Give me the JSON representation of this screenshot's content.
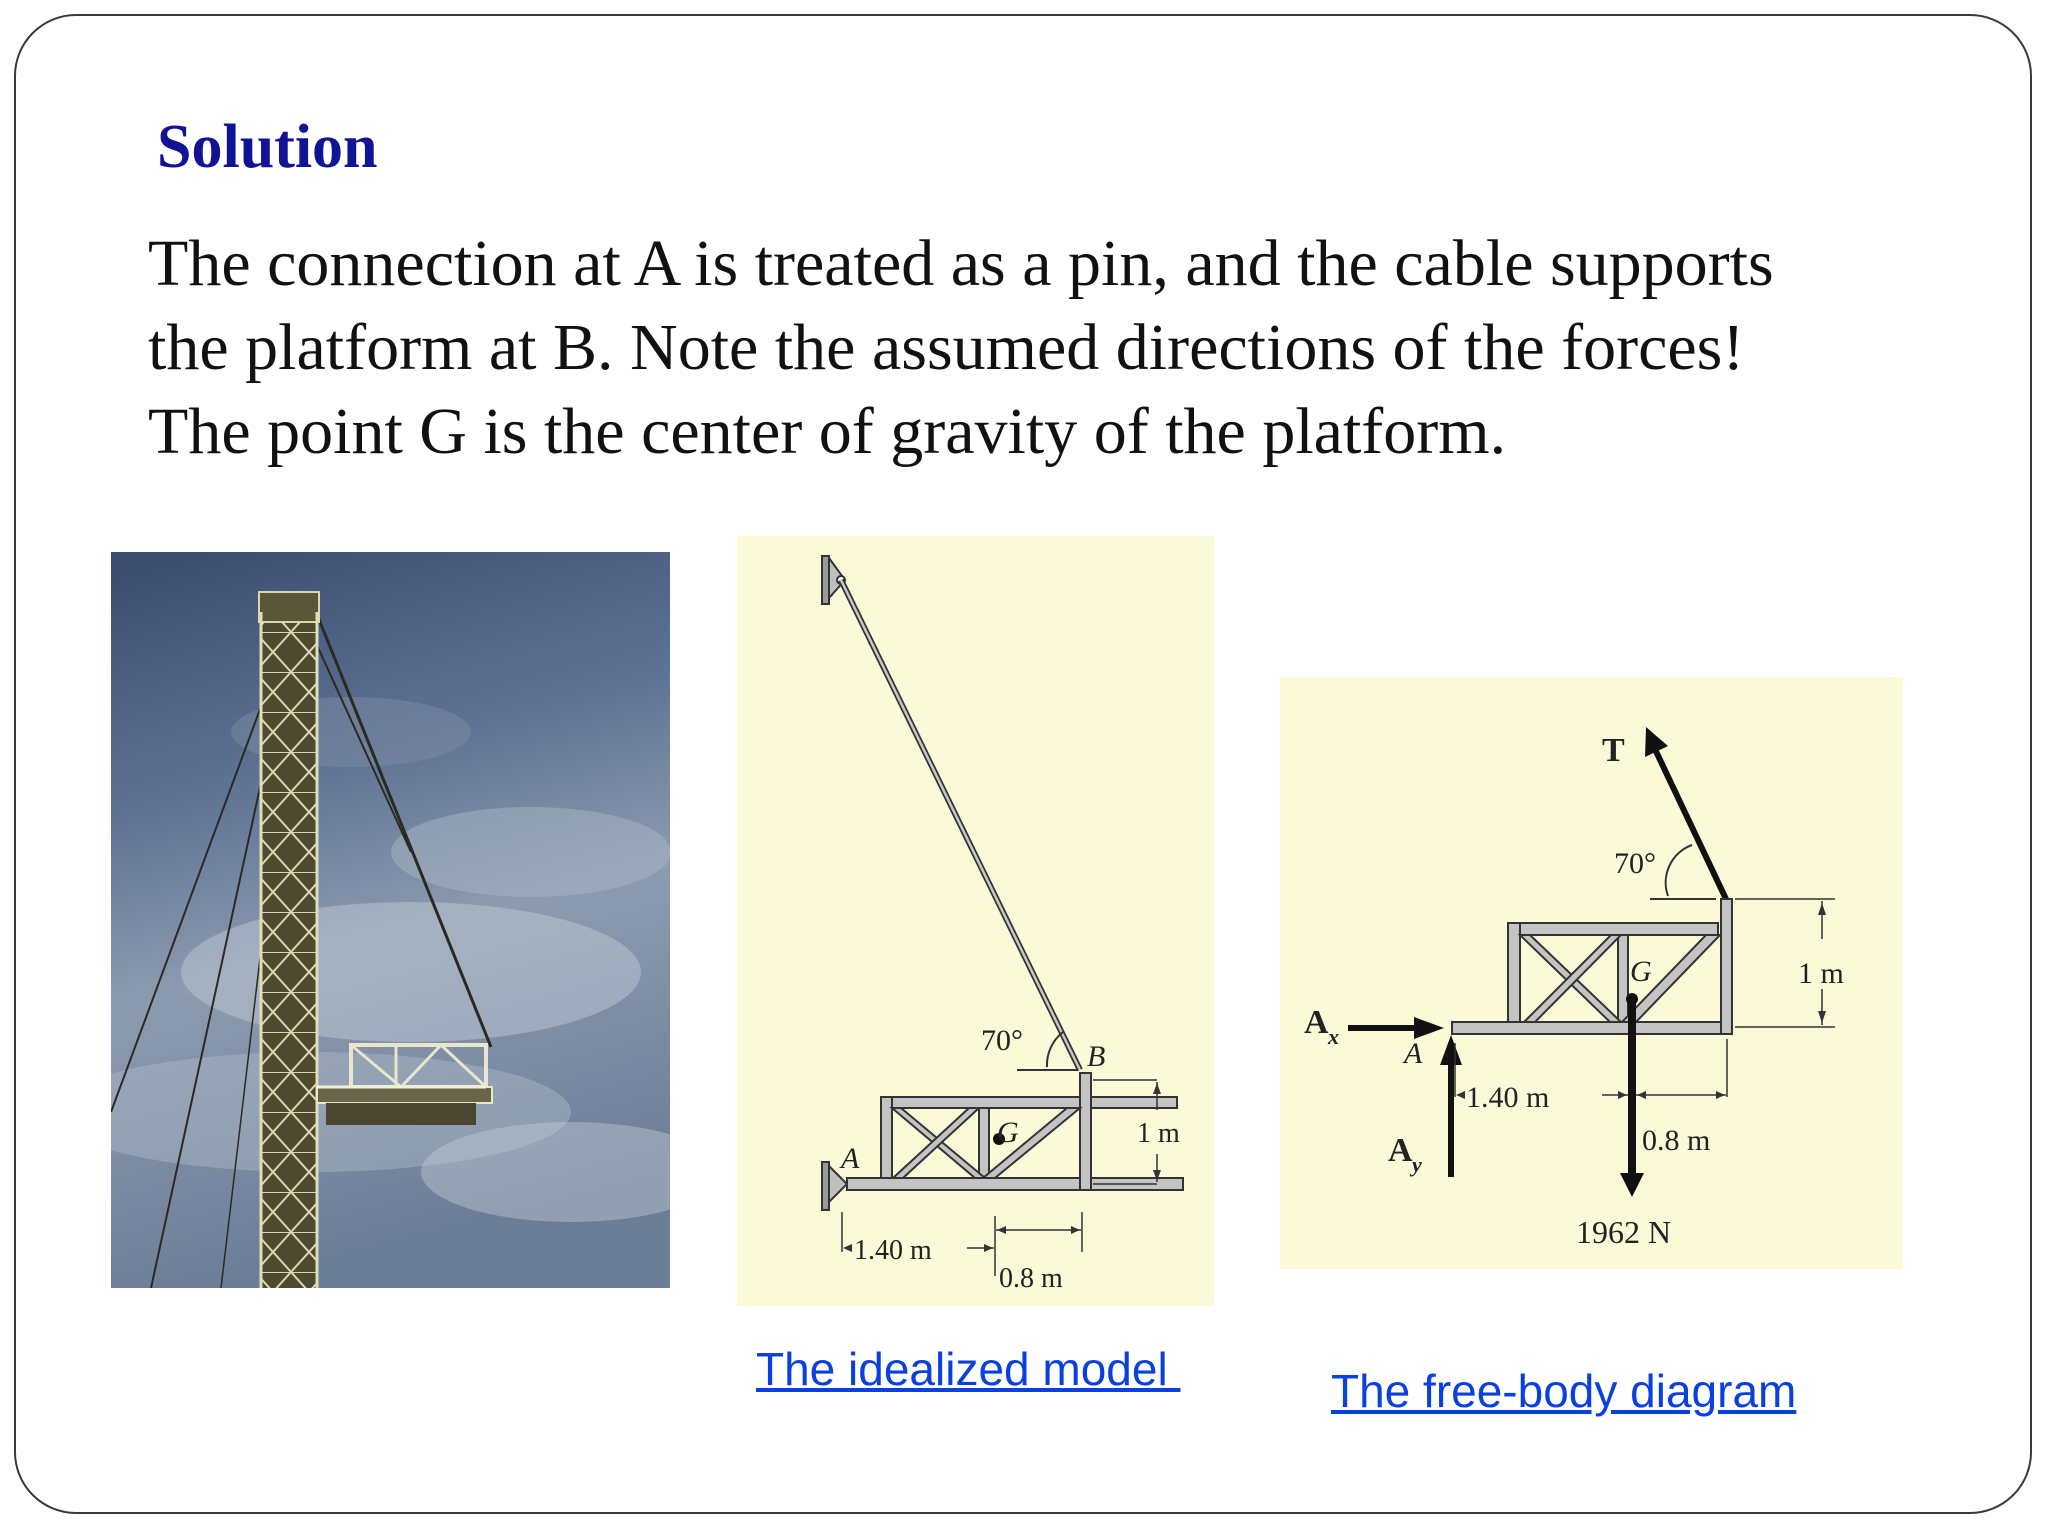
{
  "slide": {
    "heading": "Solution",
    "body_lines": [
      "The connection at A is treated as a pin, and the cable supports",
      "the platform at B.   Note the assumed directions of the forces!",
      "The point G is the center of gravity of the platform."
    ]
  },
  "idealized_model": {
    "caption": "The idealized model ",
    "labels": {
      "angle": "70°",
      "point_b": "B",
      "point_a": "A",
      "point_g": "G",
      "height": "1 m",
      "dist_a_g": "1.40 m",
      "dist_g_b": "0.8 m"
    }
  },
  "free_body_diagram": {
    "caption": "The free-body diagram",
    "labels": {
      "tension": "T",
      "angle": "70°",
      "point_g": "G",
      "height": "1 m",
      "ax_main": "A",
      "ax_sub": "x",
      "point_a": "A",
      "dist_a_g": "1.40 m",
      "dist_g_b": "0.8 m",
      "ay_main": "A",
      "ay_sub": "y",
      "weight": "1962 N"
    }
  },
  "colors": {
    "heading": "#121294",
    "caption_link": "#0a3fe0",
    "panel_background": "#fbfad8",
    "member_fill": "#c4c4c4"
  }
}
